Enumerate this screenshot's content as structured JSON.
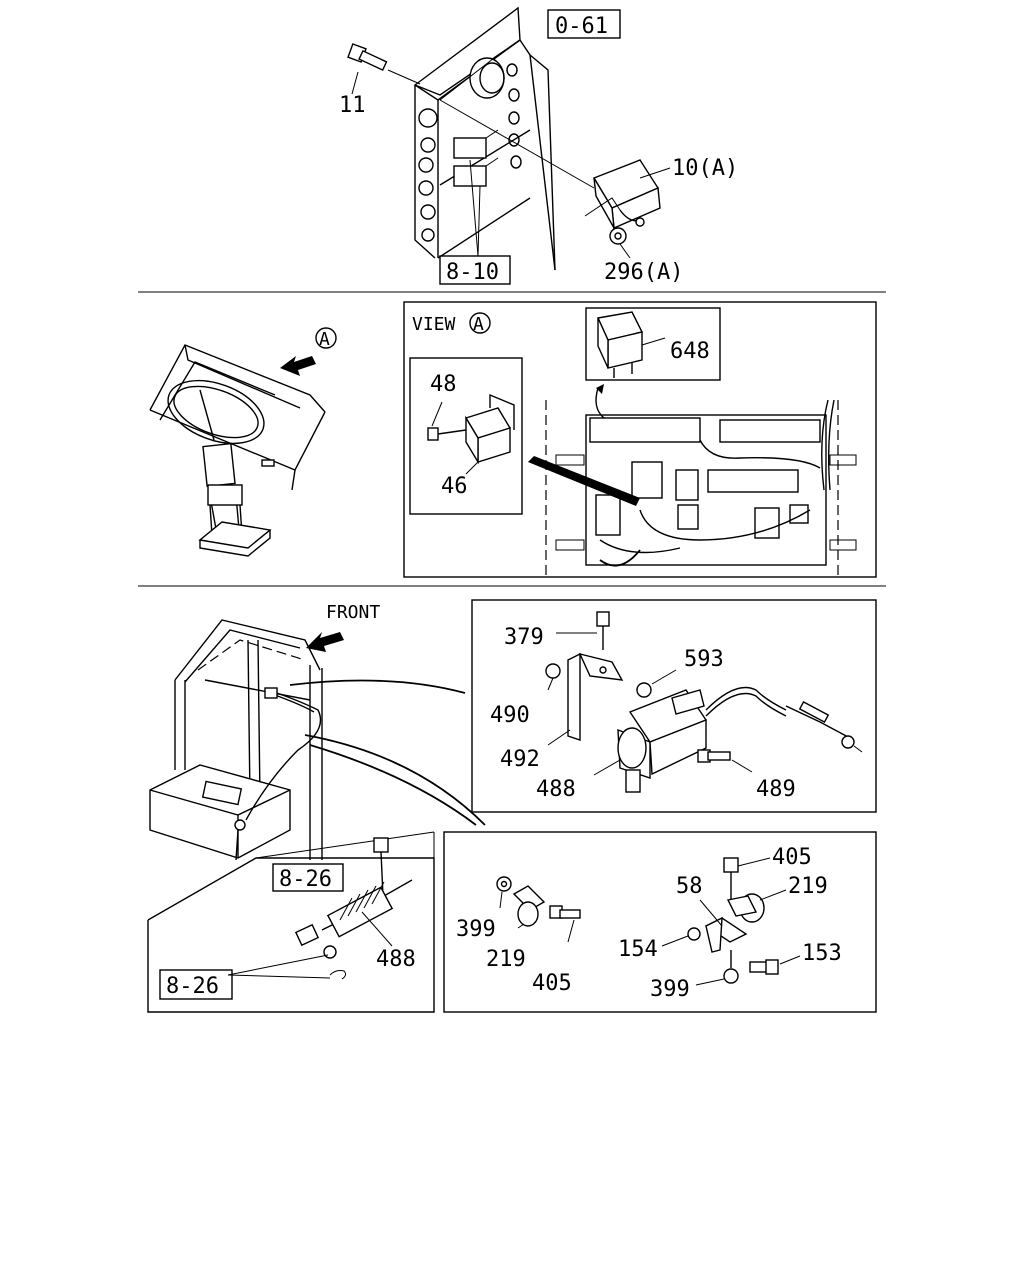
{
  "sections": {
    "top": {
      "refs": [
        "0-61",
        "8-10"
      ],
      "parts": [
        "11",
        "10(A)",
        "296(A)"
      ]
    },
    "middle": {
      "view_title": "VIEW",
      "view_marker": "A",
      "arrow_marker": "A",
      "parts": [
        "48",
        "46",
        "648"
      ]
    },
    "bottom": {
      "front_label": "FRONT",
      "lever_parts": [
        "379",
        "593",
        "490",
        "492",
        "488",
        "489"
      ],
      "cable_refs": [
        "8-26",
        "8-26"
      ],
      "cable_part": "488",
      "clamp_parts_left": [
        "399",
        "219",
        "405"
      ],
      "clamp_parts_right": [
        "405",
        "58",
        "219",
        "154",
        "153",
        "399"
      ]
    }
  }
}
